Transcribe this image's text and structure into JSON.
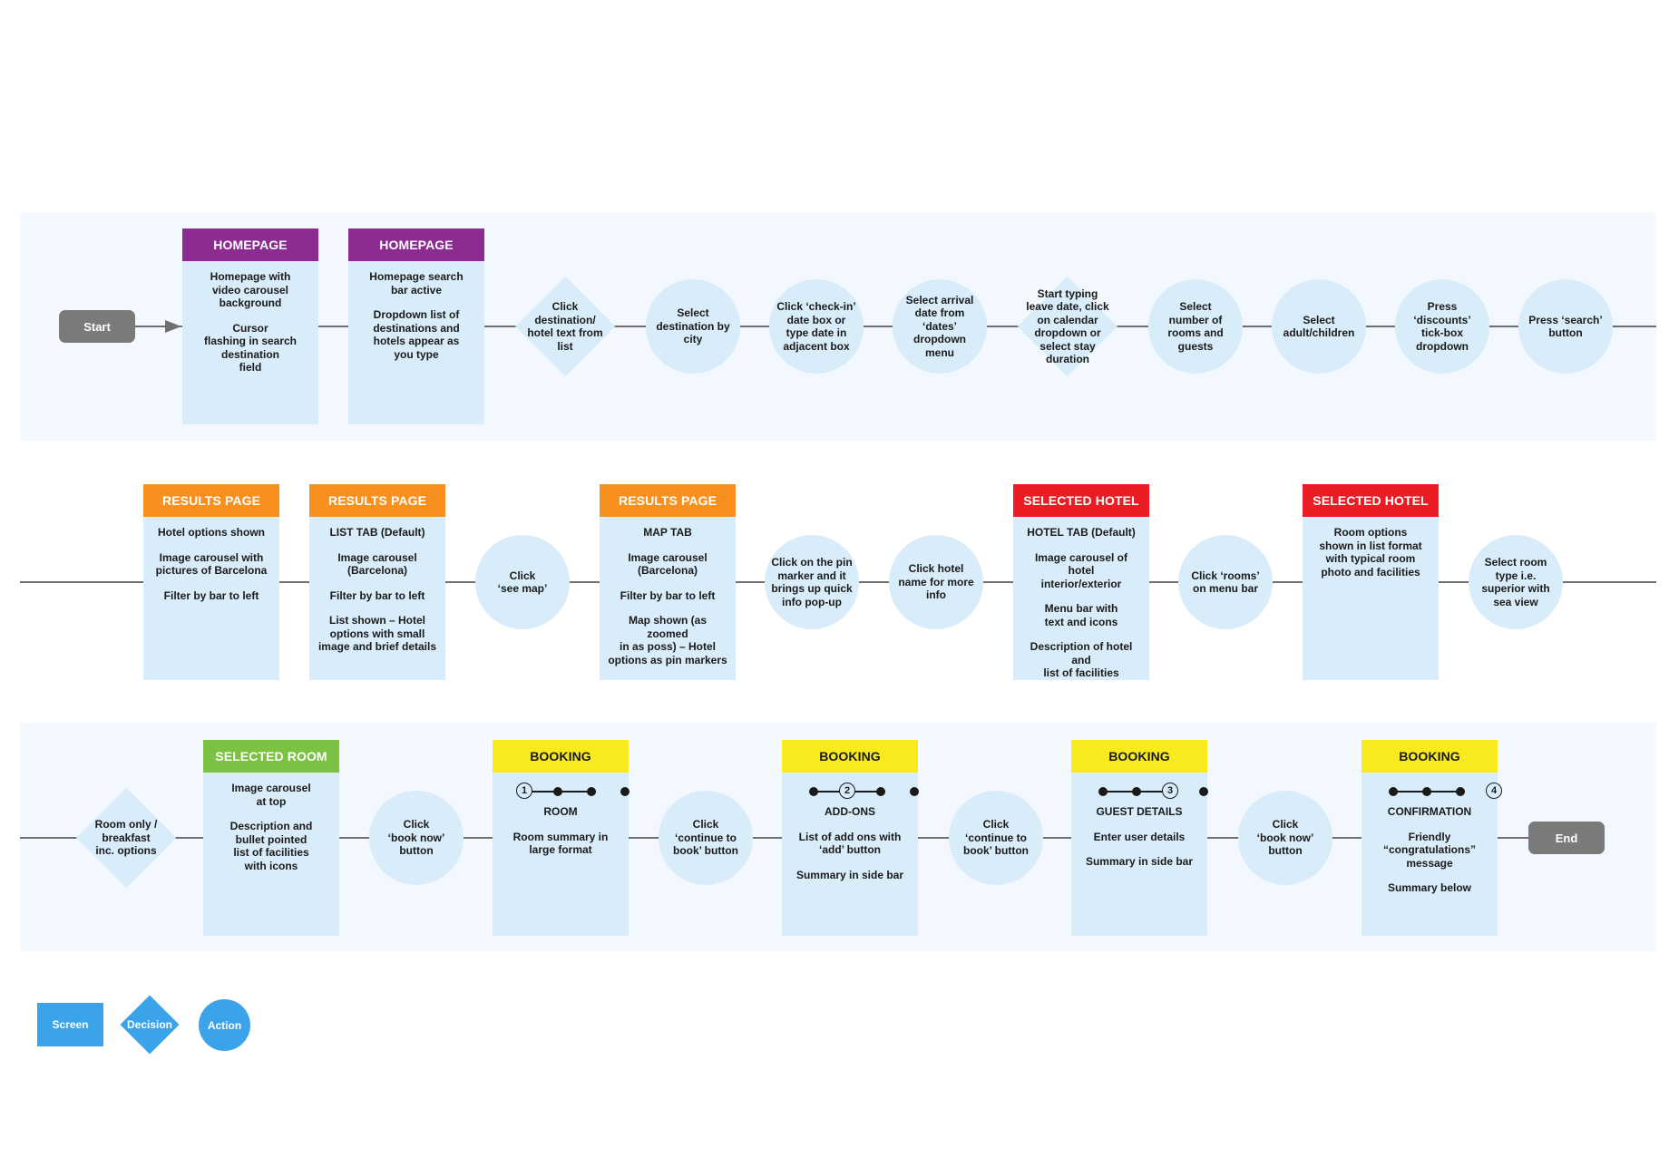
{
  "start_label": "Start",
  "end_label": "End",
  "row1": {
    "screen1": {
      "header": "HOMEPAGE",
      "lines": [
        "Homepage with\nvideo  carousel\nbackground",
        "Cursor\nflashing in search\ndestination\nfield"
      ]
    },
    "screen2": {
      "header": "HOMEPAGE",
      "lines": [
        "Homepage search\nbar active",
        "Dropdown list of\ndestinations and\nhotels appear as\nyou type"
      ]
    },
    "decision1": "Click\ndestination/\nhotel text from\nlist",
    "action1": "Select\ndestination by\ncity",
    "action2": "Click ‘check-in’\ndate box or\ntype date in\nadjacent box",
    "action3": "Select arrival\ndate from\n‘dates’\ndropdown\nmenu",
    "decision2": "Start typing\nleave date, click\non calendar\ndropdown or\nselect stay\nduration",
    "action4": "Select\nnumber of\nrooms and\nguests",
    "action5": "Select\nadult/children",
    "action6": "Press\n‘discounts’\ntick-box\ndropdown",
    "action7": "Press ‘search’\nbutton"
  },
  "row2": {
    "screen1": {
      "header": "RESULTS PAGE",
      "lines": [
        "Hotel options shown",
        "Image carousel with\npictures of Barcelona",
        "Filter by bar to left"
      ]
    },
    "screen2": {
      "header": "RESULTS PAGE",
      "lines": [
        "LIST TAB (Default)",
        "Image carousel\n(Barcelona)",
        "Filter by bar to left",
        "List shown – Hotel\noptions with small\nimage and brief details"
      ]
    },
    "action1": "Click\n‘see map’",
    "screen3": {
      "header": "RESULTS PAGE",
      "lines": [
        "MAP TAB",
        "Image carousel\n(Barcelona)",
        "Filter by bar to left",
        "Map shown (as zoomed\nin as poss) – Hotel\noptions as pin markers"
      ]
    },
    "action2": "Click on the pin\nmarker and it\nbrings up quick\ninfo pop-up",
    "action3": "Click hotel\nname for more\ninfo",
    "screen4": {
      "header": "SELECTED HOTEL",
      "lines": [
        "HOTEL TAB (Default)",
        "Image carousel of hotel\ninterior/exterior",
        "Menu bar with\ntext and icons",
        "Description of hotel and\nlist of facilities"
      ]
    },
    "action4": "Click ‘rooms’\non menu bar",
    "screen5": {
      "header": "SELECTED HOTEL",
      "lines": [
        "Room options\nshown in list format\nwith typical room\nphoto and facilities"
      ]
    },
    "action5": "Select room\ntype i.e.\nsuperior with\nsea view"
  },
  "row3": {
    "decision1": "Room only /\nbreakfast\ninc. options",
    "screen1": {
      "header": "SELECTED ROOM",
      "lines": [
        "Image carousel\nat top",
        "Description and\nbullet pointed\nlist of facilities\nwith icons"
      ]
    },
    "action1": "Click\n‘book now’\nbutton",
    "screen2": {
      "header": "BOOKING",
      "step": "1",
      "lines": [
        "ROOM",
        "Room summary in\nlarge format"
      ]
    },
    "action2": "Click\n‘continue to\nbook’ button",
    "screen3": {
      "header": "BOOKING",
      "step": "2",
      "lines": [
        "ADD-ONS",
        "List of add ons with\n‘add’ button",
        "Summary in side bar"
      ]
    },
    "action3": "Click\n‘continue to\nbook’ button",
    "screen4": {
      "header": "BOOKING",
      "step": "3",
      "lines": [
        "GUEST DETAILS",
        "Enter user details",
        "Summary in side bar"
      ]
    },
    "action4": "Click\n‘book now’\nbutton",
    "screen5": {
      "header": "BOOKING",
      "step": "4",
      "lines": [
        "CONFIRMATION",
        "Friendly\n“congratulations”\nmessage",
        "Summary below"
      ]
    }
  },
  "legend": {
    "screen": "Screen",
    "decision": "Decision",
    "action": "Action"
  },
  "colors": {
    "purple": "#8c2c91",
    "orange": "#f7901e",
    "red": "#ec1c24",
    "green": "#7cc242",
    "yellow": "#f9ea1e",
    "shape_fill": "#d9ecfa",
    "legend_blue": "#3aa3ea"
  }
}
